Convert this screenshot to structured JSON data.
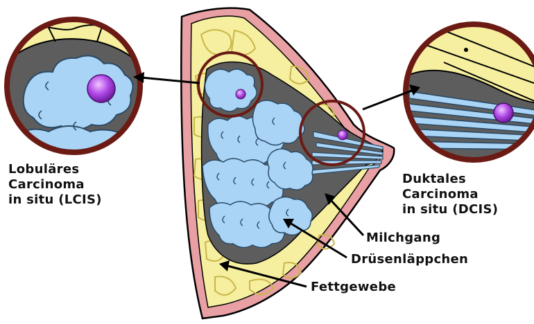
{
  "labels": {
    "lcis": [
      "Lobuläres",
      "Carcinoma",
      "in situ (LCIS)"
    ],
    "dcis": [
      "Duktales",
      "Carcinoma",
      "in situ (DCIS)"
    ],
    "milchgang": "Milchgang",
    "druesenlaeppchen": "Drüsenläppchen",
    "fettgewebe": "Fettgewebe"
  },
  "colors": {
    "skin": "#e8a0a4",
    "fat": "#f6ef9f",
    "fat_lobule_outline": "#c9b64a",
    "dark_tissue": "#5d5d5d",
    "lobule_blue": "#a9d4f5",
    "lobule_outline": "#2b4a66",
    "tumor": "#a23bd6",
    "circle_ring": "#6b1a14",
    "outline": "#000000"
  }
}
